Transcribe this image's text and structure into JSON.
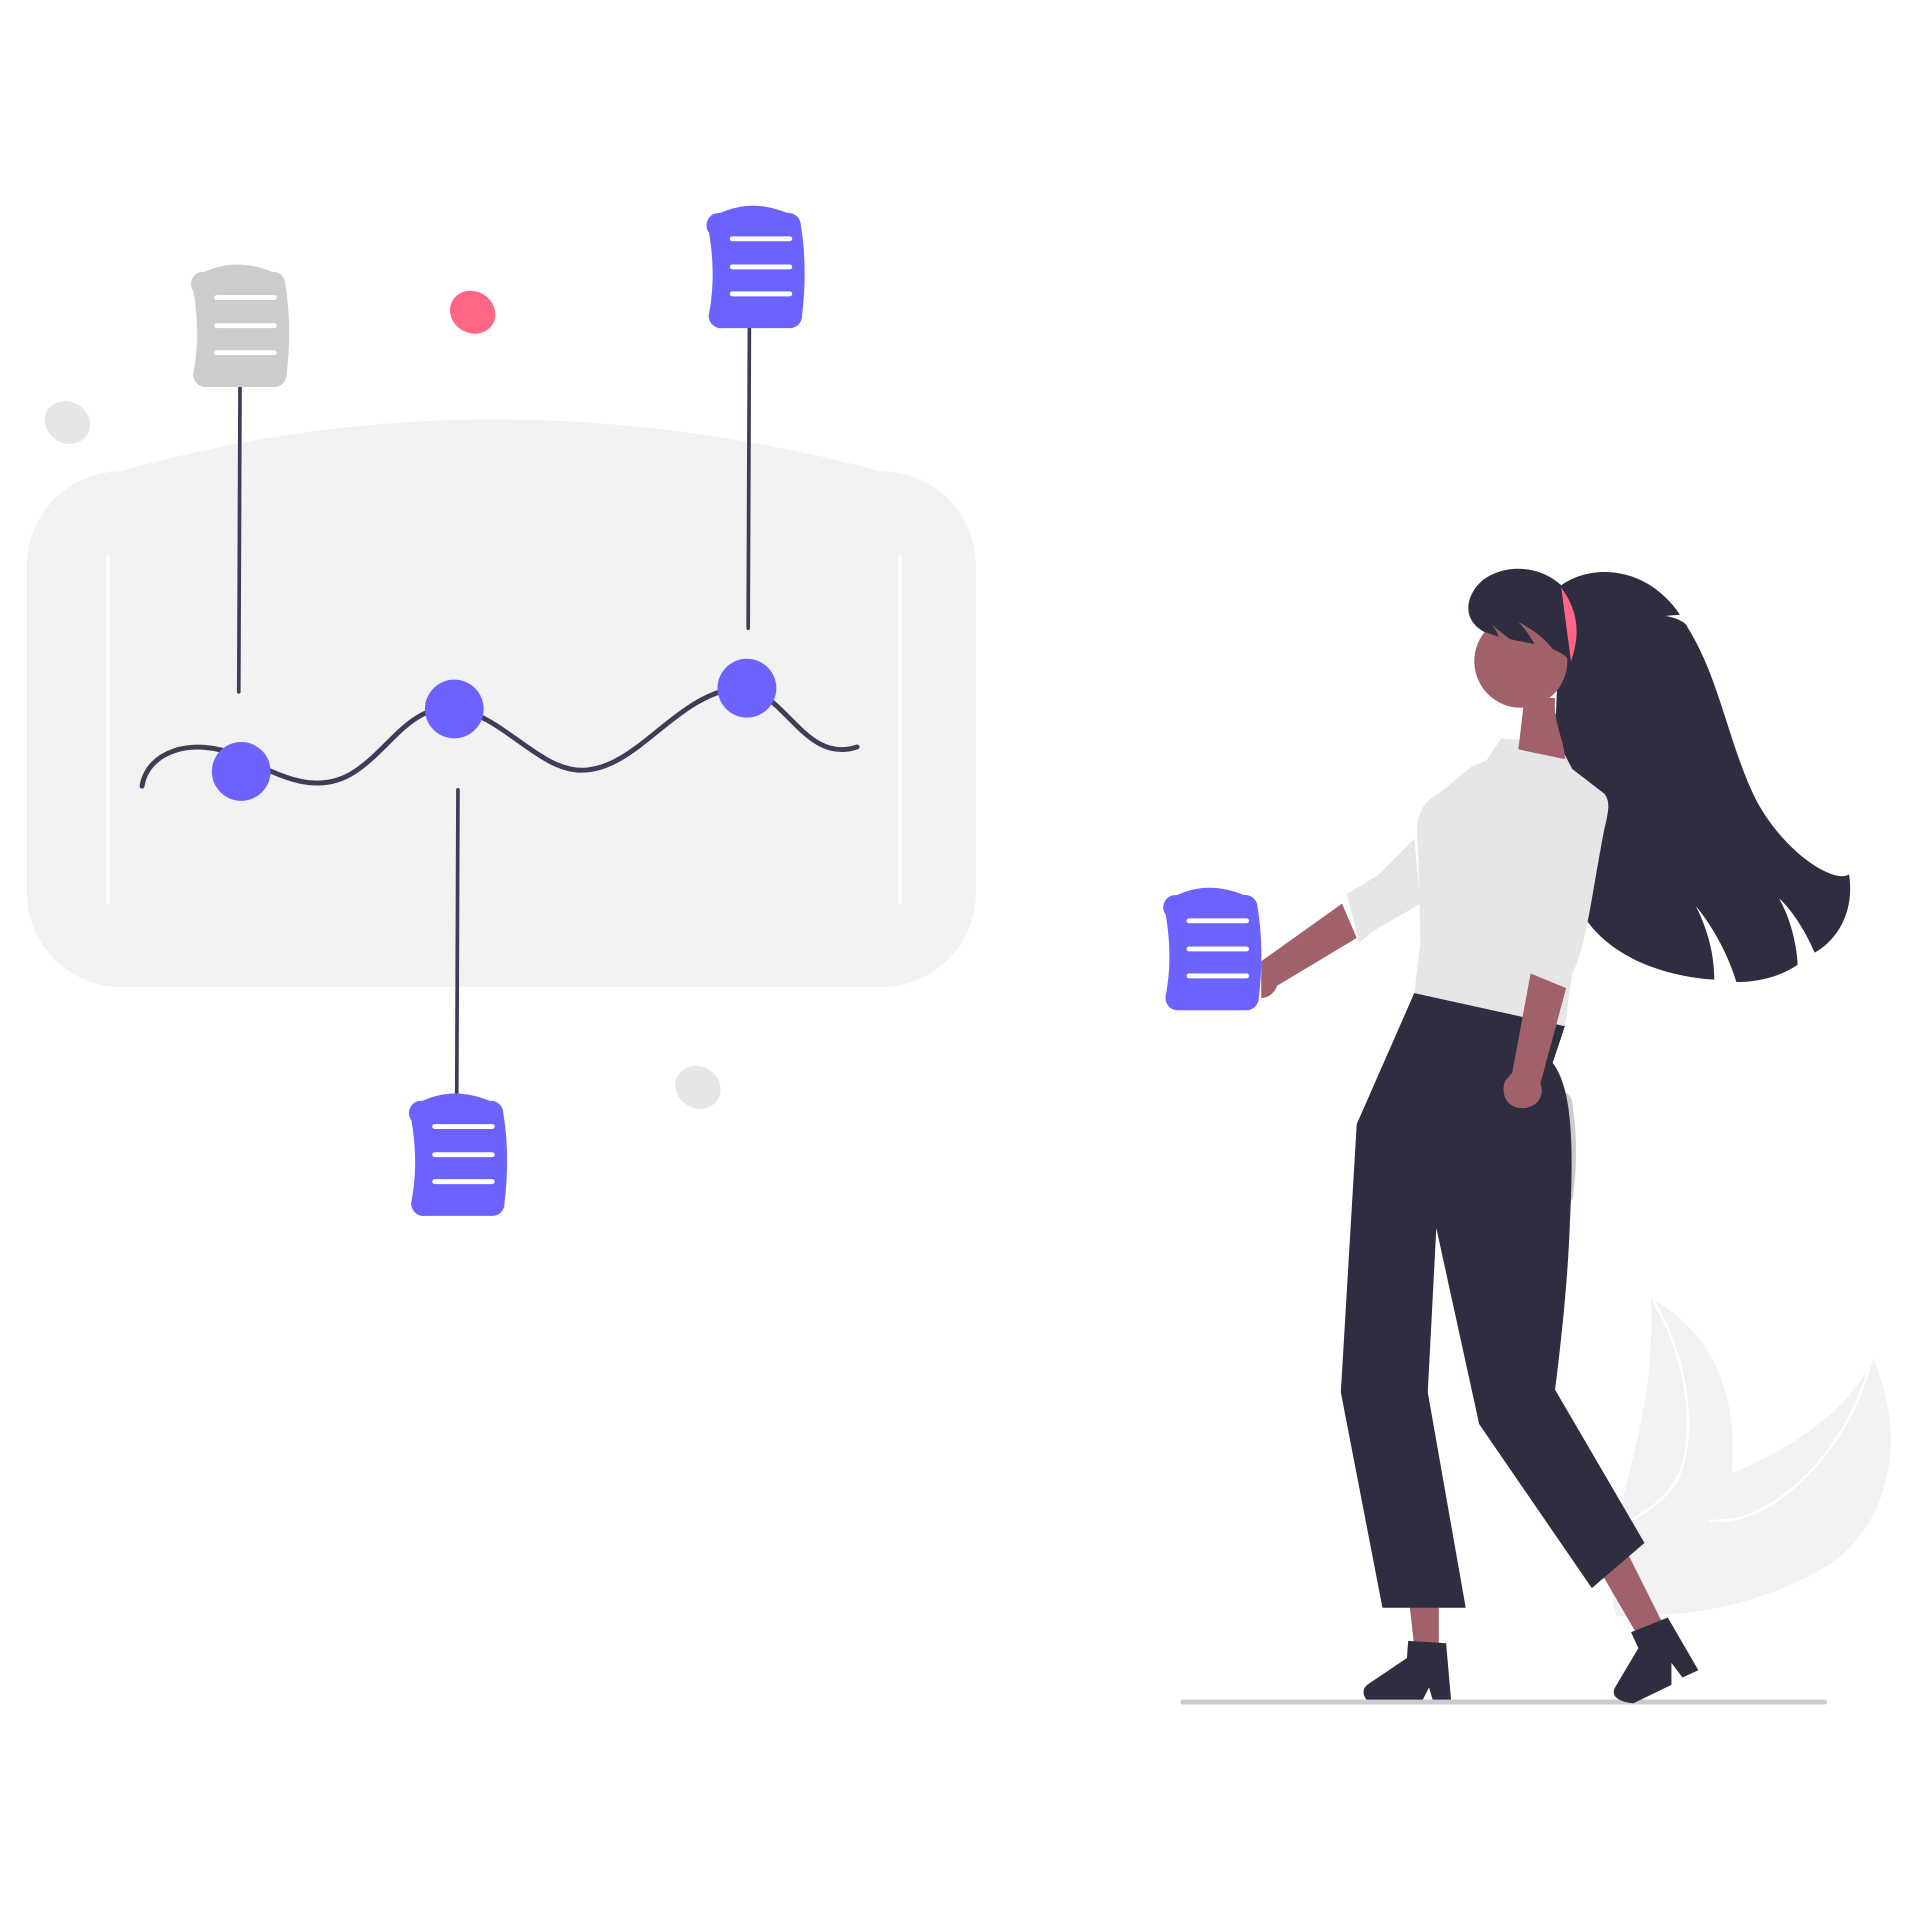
{
  "colors": {
    "accent": "#6c63ff",
    "secondary": "#ff6584",
    "dark": "#2f2e41",
    "skin": "#a0616a",
    "panel": "#f2f2f2",
    "muted": "#cccccc",
    "light": "#e6e6e6"
  },
  "cards": [
    {
      "name": "card-top-left",
      "color": "muted"
    },
    {
      "name": "card-top-right",
      "color": "accent"
    },
    {
      "name": "card-bottom",
      "color": "accent"
    },
    {
      "name": "card-held-left",
      "color": "accent"
    },
    {
      "name": "card-held-right",
      "color": "muted"
    }
  ]
}
